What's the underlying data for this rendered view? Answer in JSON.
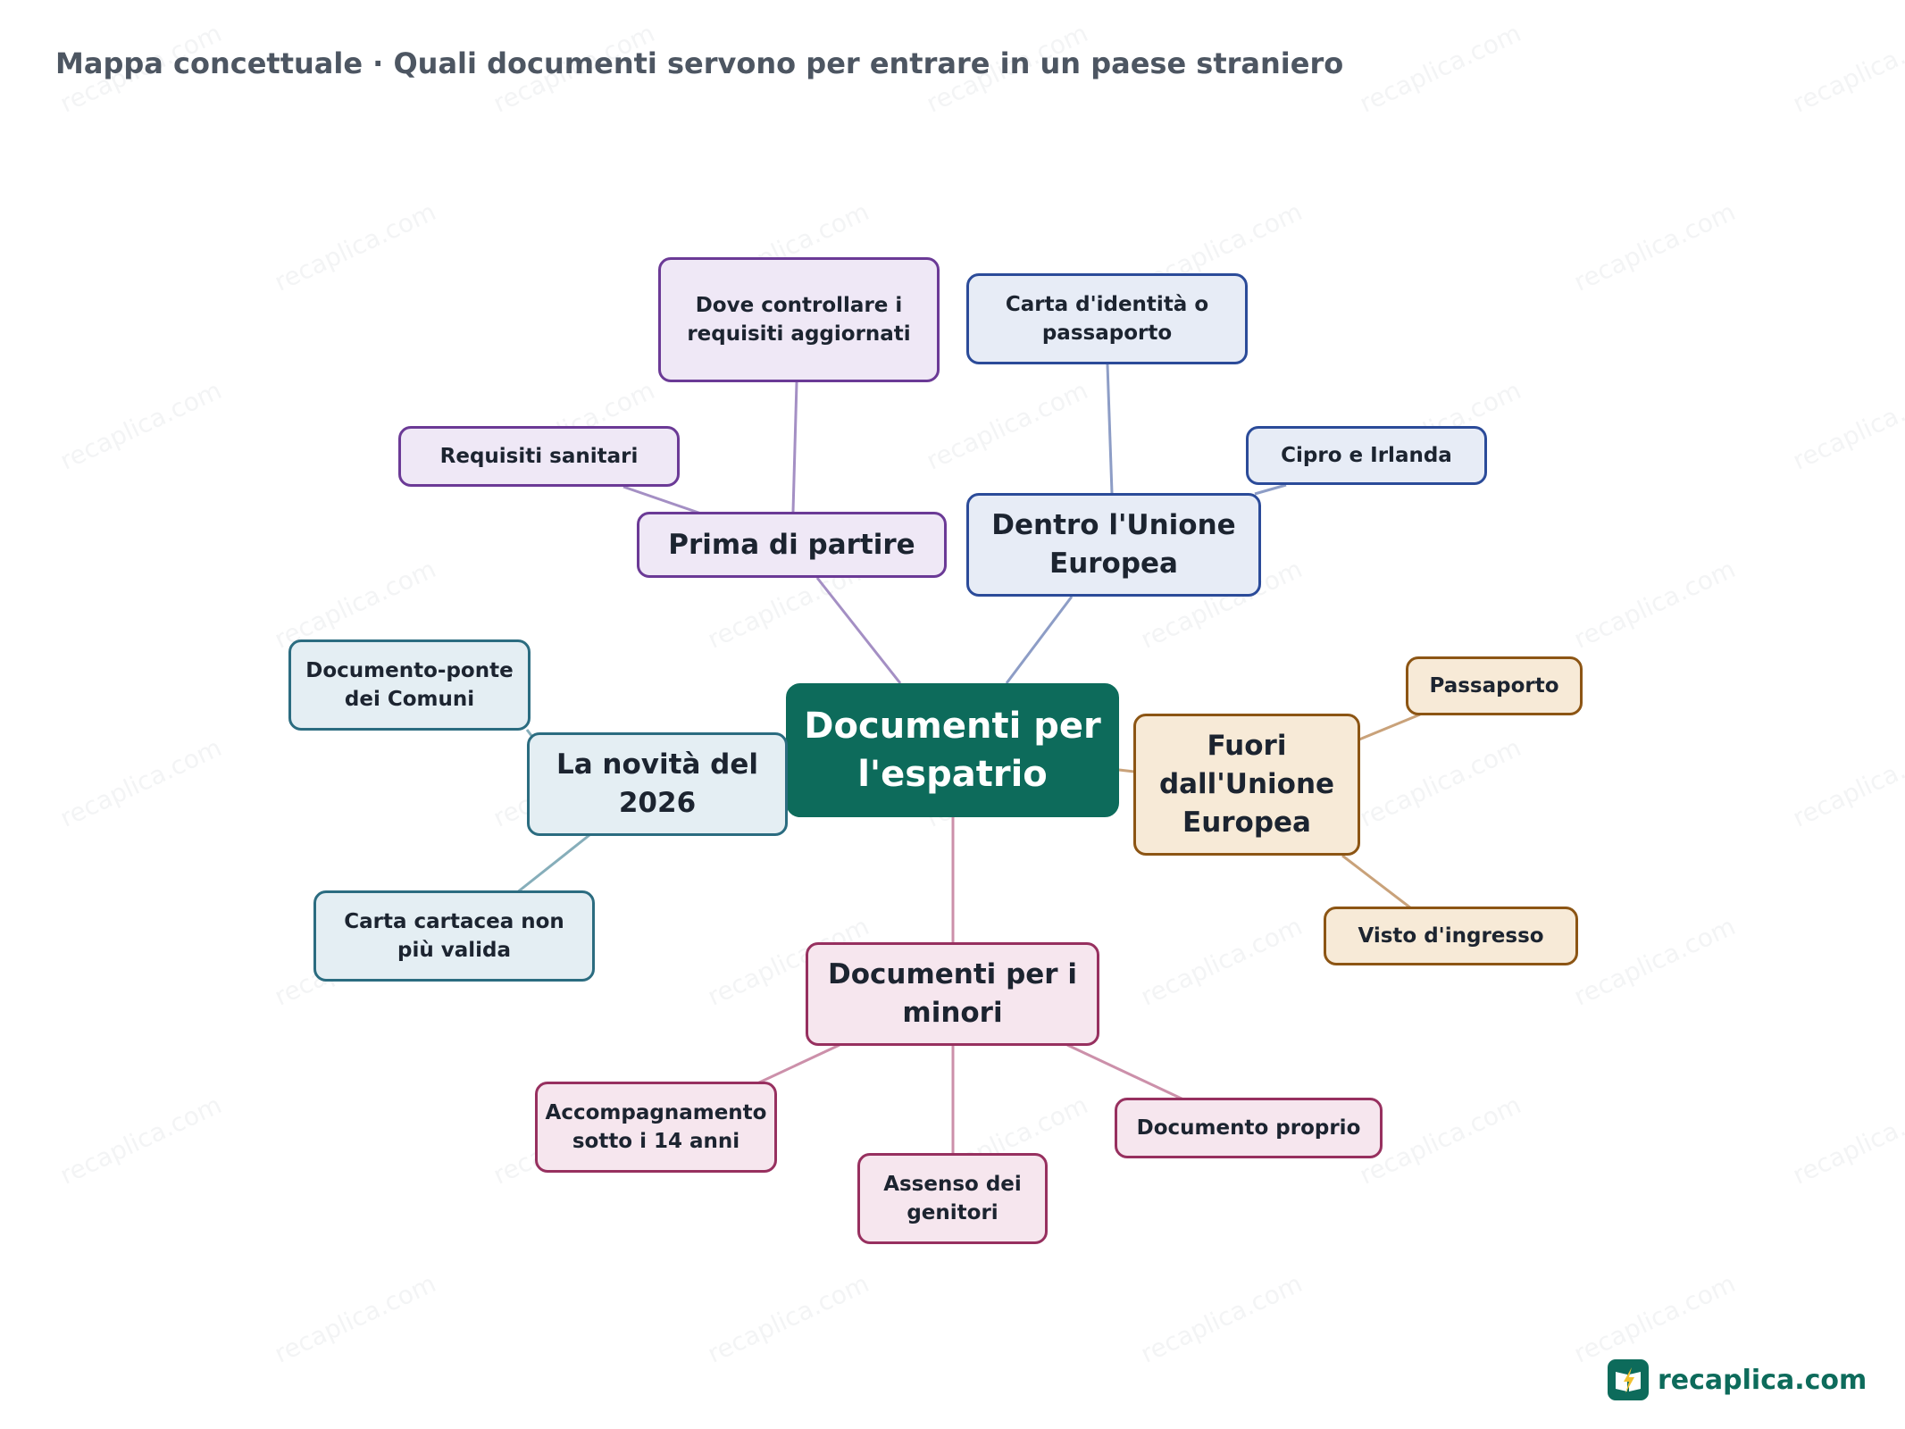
{
  "header": {
    "title": "Mappa concettuale · Quali documenti servono per entrare in un paese straniero"
  },
  "watermark": {
    "text": "recaplica.com"
  },
  "brand": {
    "name": "recaplica.com",
    "logo_icon": "open-book-lightning-icon",
    "color": "#0d6b5b"
  },
  "map": {
    "root": {
      "label": "Documenti per l'espatrio",
      "color": "#0d6b5b"
    },
    "branches": {
      "prima": {
        "label": "Prima di partire",
        "color": "#6b3a96",
        "children": [
          "Dove controllare i requisiti aggiornati",
          "Requisiti sanitari"
        ]
      },
      "ue": {
        "label": "Dentro l'Unione Europea",
        "color": "#2b4b99",
        "children": [
          "Carta d'identità o passaporto",
          "Cipro e Irlanda"
        ]
      },
      "extra_ue": {
        "label": "Fuori dall'Unione Europea",
        "color": "#8c5514",
        "children": [
          "Passaporto",
          "Visto d'ingresso"
        ]
      },
      "novita": {
        "label": "La novità del 2026",
        "color": "#2b6c80",
        "children": [
          "Documento-ponte dei Comuni",
          "Carta cartacea non più valida"
        ]
      },
      "minori": {
        "label": "Documenti per i minori",
        "color": "#97305f",
        "children": [
          "Accompagnamento sotto i 14 anni",
          "Assenso dei genitori",
          "Documento proprio"
        ]
      }
    }
  }
}
